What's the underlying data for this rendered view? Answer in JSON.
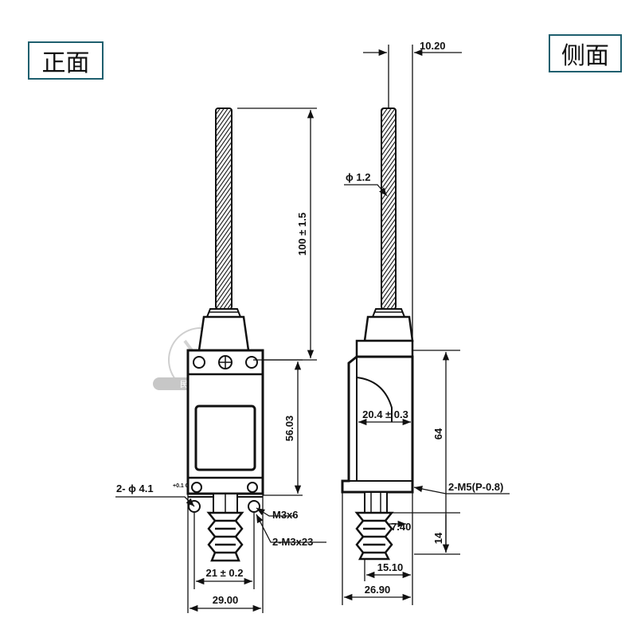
{
  "views": {
    "front": "正面",
    "side": "侧面"
  },
  "watermark": "民扬电器",
  "dimensions": {
    "rod_length": "100 ± 1.5",
    "body_height": "56.03",
    "hole_dia": "2- ϕ 4.1",
    "hole_tol": "+0.1 0",
    "screw_m3x6": "M3x6",
    "screw_m3x23": "2-M3x23",
    "hole_spacing": "21 ± 0.2",
    "front_width": "29.00",
    "rod_offset": "10.20",
    "rod_dia": "ϕ 1.2",
    "side_inner": "20.4 ± 0.3",
    "side_height": "64",
    "mount_thread": "2-M5(P-0.8)",
    "spring_width": "7.40",
    "spring_height": "14",
    "base_offset": "15.10",
    "side_width": "26.90"
  }
}
